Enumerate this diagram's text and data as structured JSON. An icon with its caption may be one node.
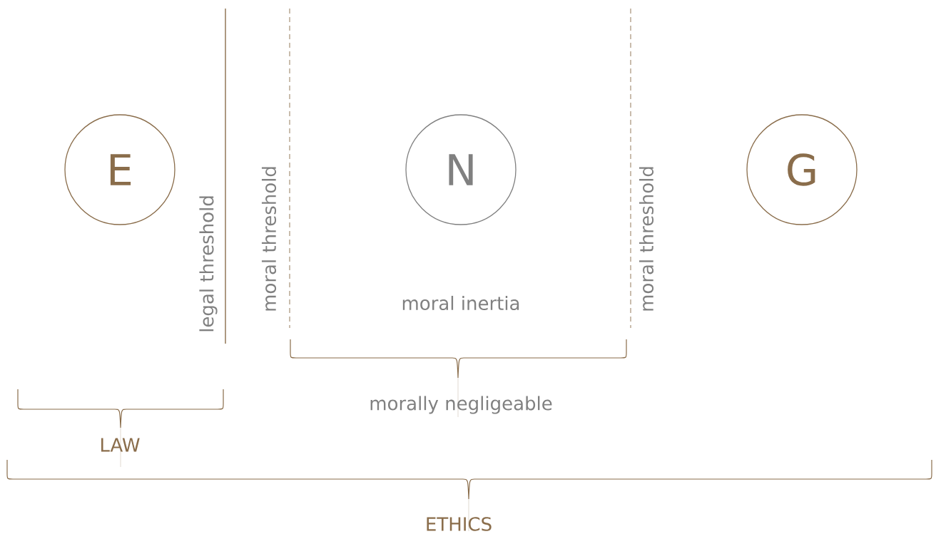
{
  "diagram": {
    "nodes": [
      {
        "text": [
          "E"
        ]
      },
      {
        "text": [
          "N"
        ]
      },
      {
        "text": [
          "G"
        ]
      }
    ],
    "labels": [
      "legal threshold",
      "moral threshold",
      "moral inertia",
      "moral threshold",
      "morally negligeable",
      "LAW",
      "ETHICS"
    ]
  }
}
